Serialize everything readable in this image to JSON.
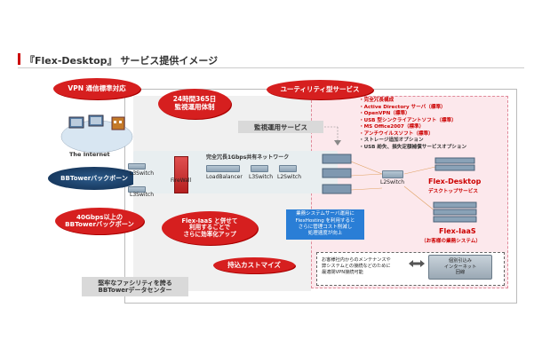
{
  "title": "『Flex-Desktop』 サービス提供イメージ",
  "labels": {
    "vpn": "VPN 通信標準対応",
    "monitor_247": "24時間365日\n監視運用体制",
    "utility_service": "ユーティリティ型サービス",
    "monitor_service": "監視運用サービス",
    "internet": "The Internet",
    "bbtower_backbone": "BBTowerバックボーン",
    "backbone_40g": "40Gbps以上の\nBBTowerバックボーン",
    "shared_network": "完全冗長1Gbps共有ネットワーク",
    "l3switch_left": "L3Switch",
    "l3switch_left2": "L3Switch",
    "firewall": "FireWall",
    "load_balancer": "LoadBalancer",
    "l3switch_mid": "L3Switch",
    "l2switch_mid": "L2Switch",
    "l2switch_right": "L2Switch",
    "flex_iaas_note": "Flex-IaaS と併せて\n利用することで\nさらに効率化アップ",
    "blue_note": "業務システムサーバ運用に\nFlexHosting を利用すると\nさらに管理コスト削減し\n処理速度が向上",
    "flex_desktop": "Flex-Desktop",
    "desktop_service": "デスクトップサービス",
    "flex_iaas": "Flex-IaaS",
    "customer_system": "（お客様の業務システム）",
    "hosting_customize": "持込カストマイズ",
    "facility": "堅牢なファシリティを誇る\nBBTowerデータセンター",
    "maintenance_note": "お客様社内からのメンテナンスや\n弊システムとの接続などのために\n最適閉VPN接続可能",
    "private_line": "個別引込み\nインターネット\n回線"
  },
  "utility_items": [
    "完全冗長構成",
    "Active Directory サーバ（標準）",
    "OpenVPN（標準）",
    "USB 型シンクライアントソフト（標準）",
    "MS Office2007（標準）",
    "アンチウイルスソフト（標準）",
    "ストレージ追加オプション",
    "USB 紛失、損失定額補償サービスオプション"
  ],
  "colors": {
    "accent_red": "#d61f1f",
    "panel_pink": "#fce8ec",
    "note_blue": "#2a7ed6",
    "grey_box": "#d9d9d9"
  }
}
